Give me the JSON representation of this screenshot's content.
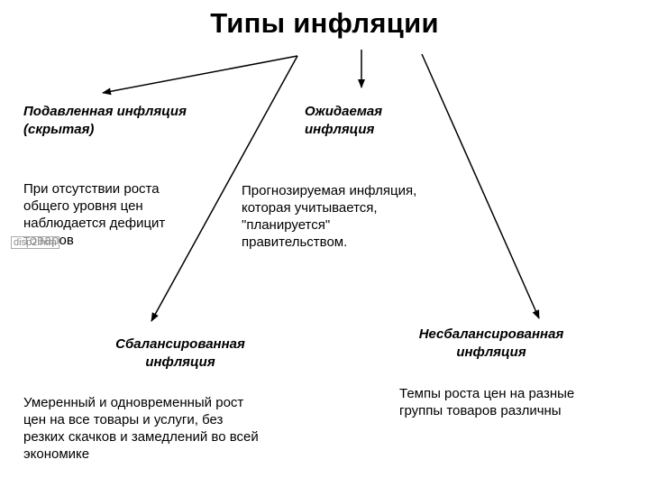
{
  "title": "Типы инфляции",
  "types": [
    {
      "heading": "Подавленная инфляция\n(скрытая)",
      "description": "При отсутствии роста\nобщего уровня цен\nнаблюдается дефицит\nтоваров"
    },
    {
      "heading": "Ожидаемая\nинфляция",
      "description": "Прогнозируемая инфляция,\n которая учитывается,\n\"планируется\"\nправительством."
    },
    {
      "heading": "Сбалансированная\nинфляция",
      "description": "Умеренный и одновременный рост\nцен на все товары и услуги, без\nрезких скачков и замедлений во всей\nэкономике"
    },
    {
      "heading": "Несбалансированная\nинфляция",
      "description": "Темпы роста цен на разные\nгруппы товаров различны"
    }
  ],
  "watermark": "disp2.htm"
}
